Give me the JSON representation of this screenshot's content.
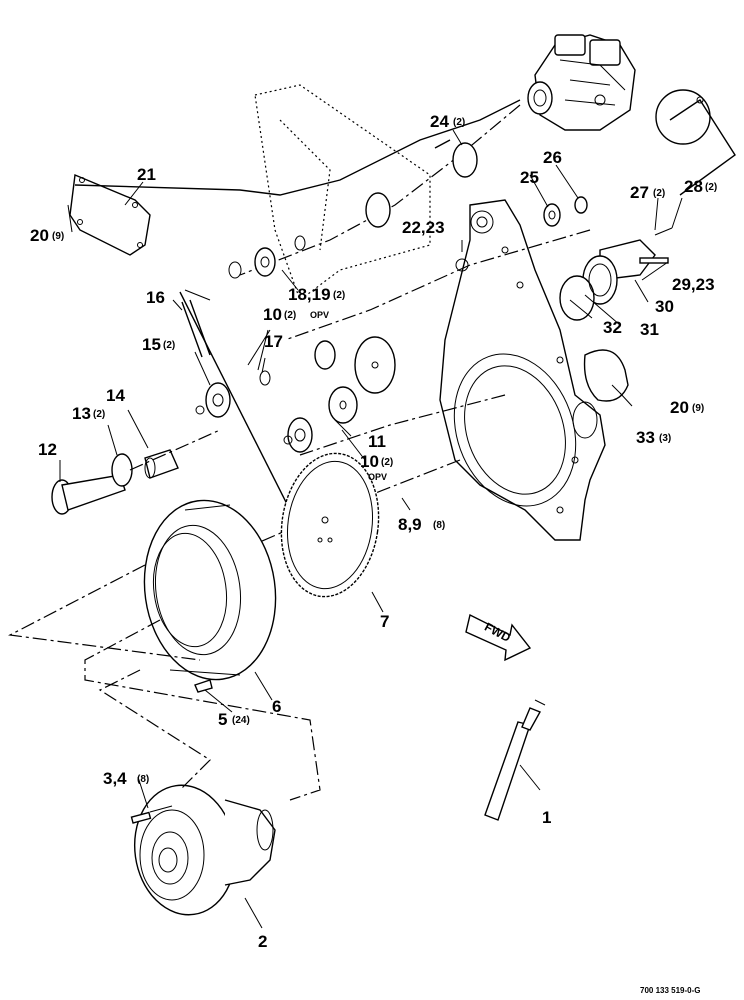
{
  "diagram": {
    "reference_number": "700 133 519-0-G",
    "fwd_label": "FWD",
    "callouts": [
      {
        "id": "c1",
        "label": "1",
        "qty": "",
        "note": ""
      },
      {
        "id": "c2",
        "label": "2",
        "qty": "",
        "note": ""
      },
      {
        "id": "c3",
        "label": "3,4",
        "qty": "(8)",
        "note": ""
      },
      {
        "id": "c5",
        "label": "5",
        "qty": "(24)",
        "note": ""
      },
      {
        "id": "c6",
        "label": "6",
        "qty": "",
        "note": ""
      },
      {
        "id": "c7",
        "label": "7",
        "qty": "",
        "note": ""
      },
      {
        "id": "c8",
        "label": "8,9",
        "qty": "(8)",
        "note": ""
      },
      {
        "id": "c10a",
        "label": "10",
        "qty": "(2)",
        "note": "OPV"
      },
      {
        "id": "c10b",
        "label": "10",
        "qty": "(2)",
        "note": "OPV"
      },
      {
        "id": "c11",
        "label": "11",
        "qty": "",
        "note": ""
      },
      {
        "id": "c12",
        "label": "12",
        "qty": "",
        "note": ""
      },
      {
        "id": "c13",
        "label": "13",
        "qty": "(2)",
        "note": ""
      },
      {
        "id": "c14",
        "label": "14",
        "qty": "",
        "note": ""
      },
      {
        "id": "c15",
        "label": "15",
        "qty": "(2)",
        "note": ""
      },
      {
        "id": "c16",
        "label": "16",
        "qty": "",
        "note": ""
      },
      {
        "id": "c17",
        "label": "17",
        "qty": "",
        "note": ""
      },
      {
        "id": "c18",
        "label": "18,19",
        "qty": "(2)",
        "note": ""
      },
      {
        "id": "c20a",
        "label": "20",
        "qty": "(9)",
        "note": ""
      },
      {
        "id": "c20b",
        "label": "20",
        "qty": "(9)",
        "note": ""
      },
      {
        "id": "c21",
        "label": "21",
        "qty": "",
        "note": ""
      },
      {
        "id": "c22",
        "label": "22,23",
        "qty": "",
        "note": ""
      },
      {
        "id": "c24",
        "label": "24",
        "qty": "(2)",
        "note": ""
      },
      {
        "id": "c25",
        "label": "25",
        "qty": "",
        "note": ""
      },
      {
        "id": "c26",
        "label": "26",
        "qty": "",
        "note": ""
      },
      {
        "id": "c27",
        "label": "27",
        "qty": "(2)",
        "note": ""
      },
      {
        "id": "c28",
        "label": "28",
        "qty": "(2)",
        "note": ""
      },
      {
        "id": "c29",
        "label": "29,23",
        "qty": "",
        "note": ""
      },
      {
        "id": "c30",
        "label": "30",
        "qty": "",
        "note": ""
      },
      {
        "id": "c31",
        "label": "31",
        "qty": "",
        "note": ""
      },
      {
        "id": "c32",
        "label": "32",
        "qty": "",
        "note": ""
      },
      {
        "id": "c33",
        "label": "33",
        "qty": "(3)",
        "note": ""
      }
    ]
  }
}
